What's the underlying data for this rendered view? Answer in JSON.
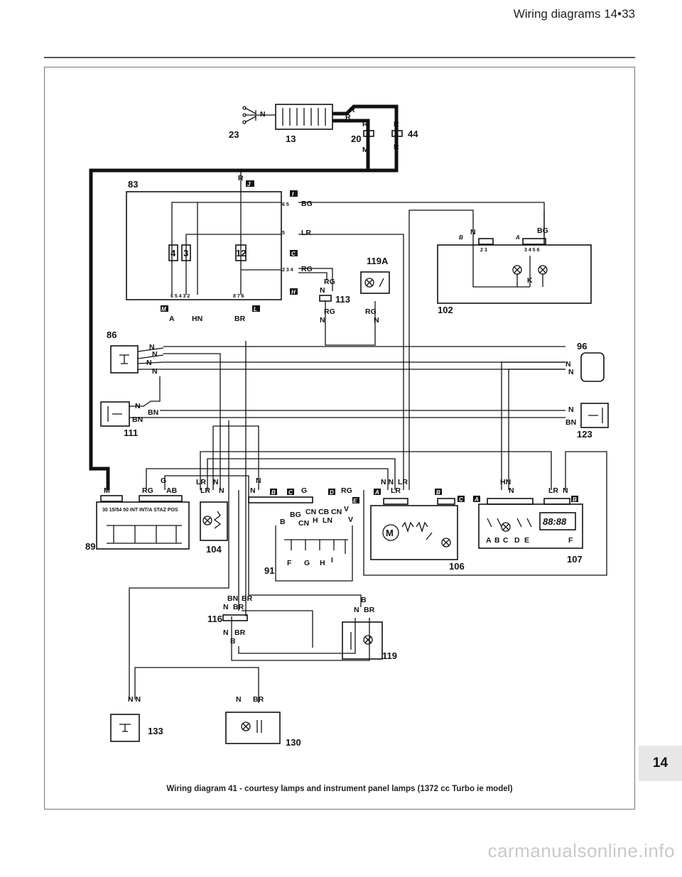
{
  "header": {
    "title": "Wiring diagrams  14•33"
  },
  "caption": "Wiring diagram 41 - courtesy lamps and instrument panel lamps (1372 cc Turbo ie model)",
  "chapter_tab": "14",
  "watermark": "carmanualsonline.info",
  "components": {
    "c23": "23",
    "c13": "13",
    "c20": "20",
    "c44": "44",
    "c83": "83",
    "c119a": "119A",
    "c113": "113",
    "c102": "102",
    "c86": "86",
    "c96": "96",
    "c111": "111",
    "c123": "123",
    "c89": "89",
    "c104": "104",
    "c91": "91",
    "c106": "106",
    "c107": "107",
    "c116": "116",
    "c119": "119",
    "c133": "133",
    "c130": "130"
  },
  "wire_labels": {
    "N": "N",
    "R": "R",
    "M": "M",
    "BG": "BG",
    "LR": "LR",
    "RG": "RG",
    "A": "A",
    "HN": "HN",
    "BR": "BR",
    "BN": "BN",
    "G": "G",
    "AB": "AB",
    "B": "B",
    "V": "V",
    "CN": "CN",
    "CB": "CB",
    "H": "H",
    "LN": "LN",
    "NN": "N N",
    "K": "K",
    "F": "F",
    "I": "I"
  },
  "connector_tags": {
    "J": "J",
    "I": "I",
    "C": "C",
    "H": "H",
    "M": "M",
    "L": "L",
    "B": "B",
    "A": "A",
    "D": "D",
    "E": "E"
  },
  "pin_labels": {
    "p4": "4",
    "p3": "3",
    "p12": "12",
    "p65432": "6 5 4 3 2",
    "p876": "8 7 6",
    "p65": "6 5",
    "p5": "5",
    "p234": "2 3 4",
    "p23": "2 3",
    "p3456": "3 4 5 6"
  },
  "ignition_terminals": "30  15/54  50   INT  INT/A  STAZ  POS",
  "clock_display": "88:88",
  "switch_letters": {
    "A": "A",
    "B": "B",
    "C": "C",
    "D": "D",
    "E": "E",
    "F": "F",
    "G": "G"
  }
}
